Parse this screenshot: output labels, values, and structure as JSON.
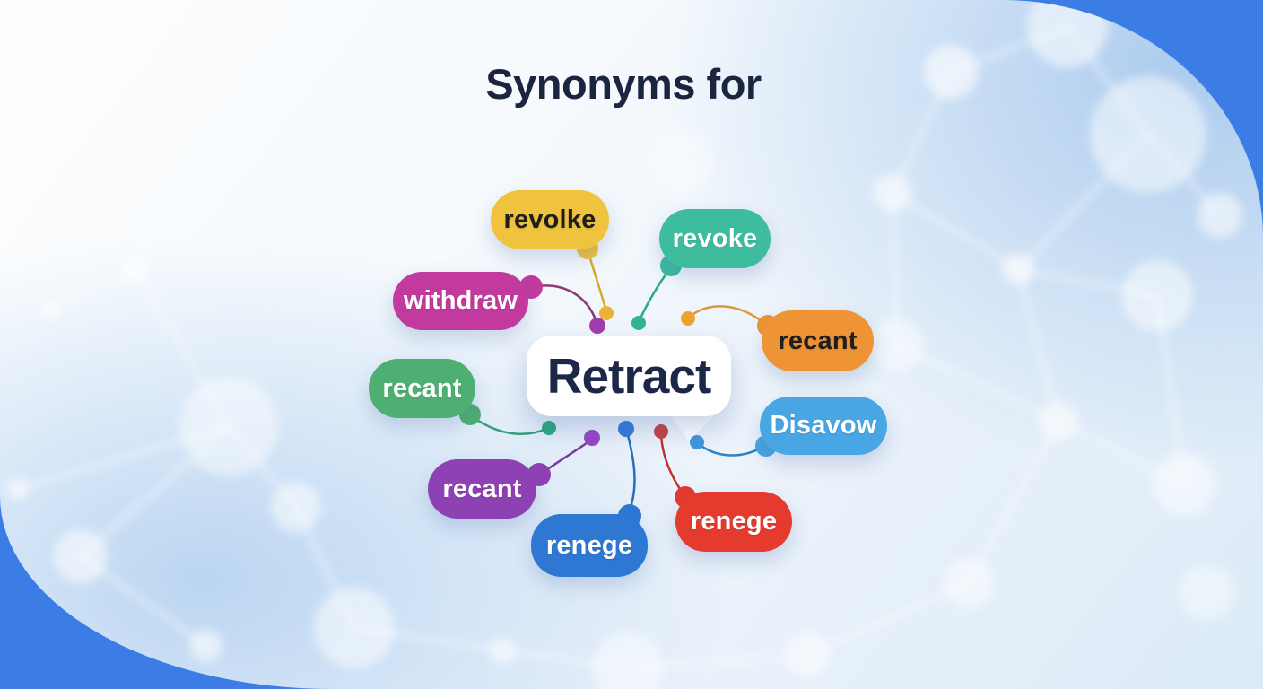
{
  "title": {
    "text": "Synonyms for",
    "color": "#1b2540"
  },
  "center": {
    "word": "Retract",
    "color": "#1d2747",
    "bubble_color": "#ffffff"
  },
  "background": {
    "frame_color": "#3b7ce5",
    "panel_tint": "#eaf2fa",
    "pattern": "network-molecule-pattern",
    "pattern_color": "#ffffff"
  },
  "bubbles": [
    {
      "id": "revolke-yellow",
      "label": "revolke",
      "color": "#f0c33e",
      "text_color": "#1e1e1e",
      "line_color": "#d9a72e",
      "dot_color": "#eab338"
    },
    {
      "id": "revoke-teal",
      "label": "revoke",
      "color": "#3dbc9e",
      "text_color": "#ffffff",
      "line_color": "#2ca98b",
      "dot_color": "#35b393"
    },
    {
      "id": "withdraw-magenta",
      "label": "withdraw",
      "color": "#c23a9d",
      "text_color": "#ffffff",
      "line_color": "#8a3a74",
      "dot_color": "#a13cab"
    },
    {
      "id": "recant-orange",
      "label": "recant",
      "color": "#ee9434",
      "text_color": "#1e1e1e",
      "line_color": "#d99a3a",
      "dot_color": "#eda32e"
    },
    {
      "id": "recant-green",
      "label": "recant",
      "color": "#4faf72",
      "text_color": "#ffffff",
      "line_color": "#33a179",
      "dot_color": "#2fa87c"
    },
    {
      "id": "disavow-lightblue",
      "label": "Disavow",
      "color": "#47a6e3",
      "text_color": "#ffffff",
      "line_color": "#2f82c4",
      "dot_color": "#3e97dd"
    },
    {
      "id": "recant-purple",
      "label": "recant",
      "color": "#8e41b2",
      "text_color": "#ffffff",
      "line_color": "#7a3aa0",
      "dot_color": "#9a44c4"
    },
    {
      "id": "renege-blue",
      "label": "renege",
      "color": "#2e78d4",
      "text_color": "#ffffff",
      "line_color": "#2a6cc0",
      "dot_color": "#3579d8"
    },
    {
      "id": "renege-red",
      "label": "renege",
      "color": "#e53b2e",
      "text_color": "#ffffff",
      "line_color": "#c23130",
      "dot_color": "#c94040"
    }
  ]
}
